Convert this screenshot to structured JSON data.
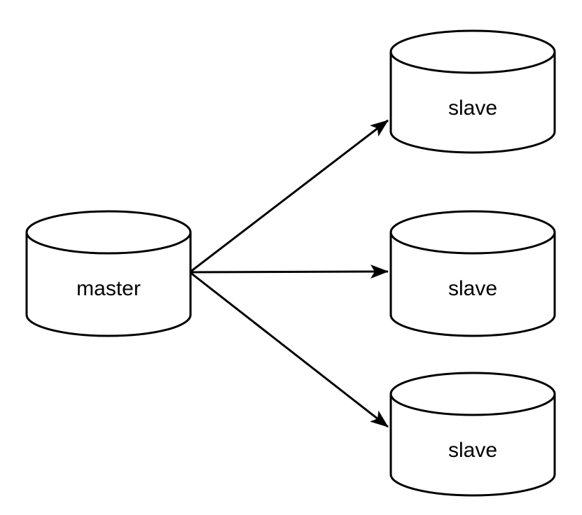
{
  "diagram": {
    "type": "database-replication-topology",
    "background_color": "#ffffff",
    "stroke_color": "#000000",
    "fill_color": "#ffffff",
    "nodes": [
      {
        "id": "master",
        "label": "master",
        "shape": "cylinder"
      },
      {
        "id": "slave-1",
        "label": "slave",
        "shape": "cylinder"
      },
      {
        "id": "slave-2",
        "label": "slave",
        "shape": "cylinder"
      },
      {
        "id": "slave-3",
        "label": "slave",
        "shape": "cylinder"
      }
    ],
    "edges": [
      {
        "from": "master",
        "to": "slave-1",
        "style": "solid-arrow"
      },
      {
        "from": "master",
        "to": "slave-2",
        "style": "solid-arrow"
      },
      {
        "from": "master",
        "to": "slave-3",
        "style": "solid-arrow"
      }
    ]
  }
}
